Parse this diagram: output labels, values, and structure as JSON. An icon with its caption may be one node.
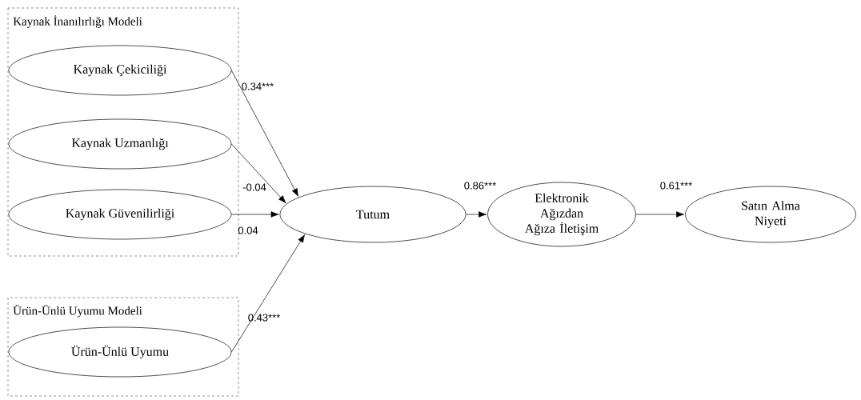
{
  "diagram": {
    "nodes": [
      {
        "text": [
          "Kaynak İnanılırlığı Modeli"
        ]
      },
      {
        "text": [
          "Kaynak Çekiciliği"
        ],
        "in": 0
      },
      {
        "text": [
          "Kaynak Uzmanlığı"
        ],
        "in": 0
      },
      {
        "text": [
          "Kaynak Güvenilirliği"
        ],
        "in": 0
      },
      {
        "text": [
          "Ürün-Ünlü Uyumu Modeli"
        ]
      },
      {
        "text": [
          "Ürün-Ünlü Uyumu"
        ],
        "in": 4
      },
      {
        "text": [
          "Tutum"
        ]
      },
      {
        "text": [
          "Elektronik Ağızdan Ağıza İletişim"
        ]
      },
      {
        "text": [
          "Satın Alma Niyeti"
        ]
      }
    ],
    "edges": [
      {
        "from": 1,
        "to": 6,
        "arrow": "to",
        "label": "0.34***"
      },
      {
        "from": 2,
        "to": 6,
        "arrow": "to",
        "label": "-0.04"
      },
      {
        "from": 3,
        "to": 6,
        "arrow": "to",
        "label": "0.04"
      },
      {
        "from": 5,
        "to": 6,
        "arrow": "to",
        "label": "0.43***"
      },
      {
        "from": 6,
        "to": 7,
        "arrow": "to",
        "label": "0.86***"
      },
      {
        "from": 7,
        "to": 8,
        "arrow": "to",
        "label": "0.61***"
      }
    ]
  }
}
